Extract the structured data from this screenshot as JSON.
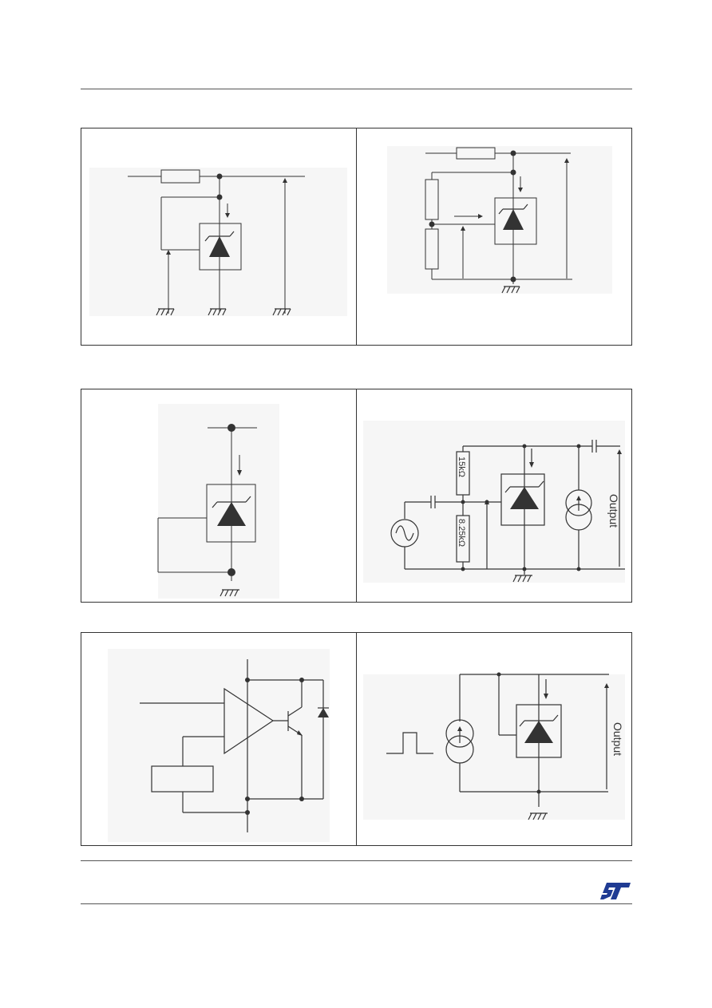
{
  "colors": {
    "line": "#333333",
    "panel_bg": "#f7f7f7",
    "brand": "#1f3b93"
  },
  "circuits": {
    "noninverting": {
      "r_top": "15kΩ",
      "r_bottom": "8.25kΩ",
      "output": "Output"
    },
    "pulse": {
      "output": "Output"
    }
  },
  "icons": {
    "logo": "st-logo-icon"
  }
}
